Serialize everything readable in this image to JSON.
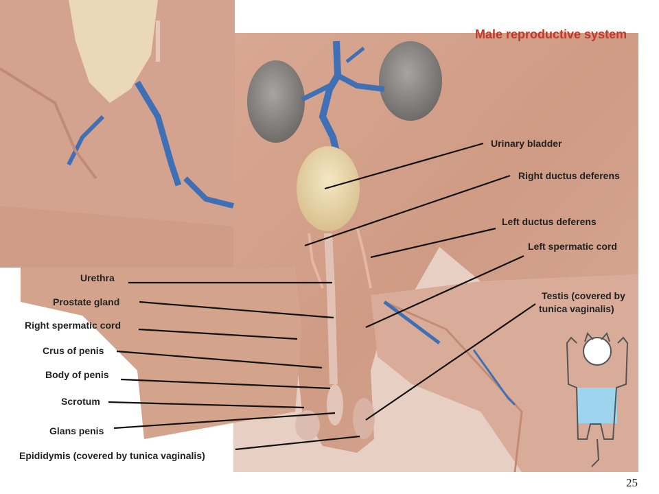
{
  "title": "Male reproductive system",
  "page_number": "25",
  "labels": {
    "urinary_bladder": "Urinary bladder",
    "right_ductus_deferens": "Right ductus deferens",
    "left_ductus_deferens": "Left ductus deferens",
    "left_spermatic_cord": "Left spermatic cord",
    "testis_line1": "Testis (covered by",
    "testis_line2": "tunica vaginalis)",
    "urethra": "Urethra",
    "prostate_gland": "Prostate gland",
    "right_spermatic_cord": "Right spermatic cord",
    "crus_of_penis": "Crus of penis",
    "body_of_penis": "Body of penis",
    "scrotum": "Scrotum",
    "glans_penis": "Glans penis",
    "epididymis": "Epididymis (covered by tunica vaginalis)"
  },
  "colors": {
    "title": "#c0392b",
    "tissue": "#d7a58f",
    "vein": "#3f6fb5",
    "kidney": "#8d8a88",
    "bladder": "#ecdcb0",
    "icon_highlight": "#9fd4ef"
  }
}
